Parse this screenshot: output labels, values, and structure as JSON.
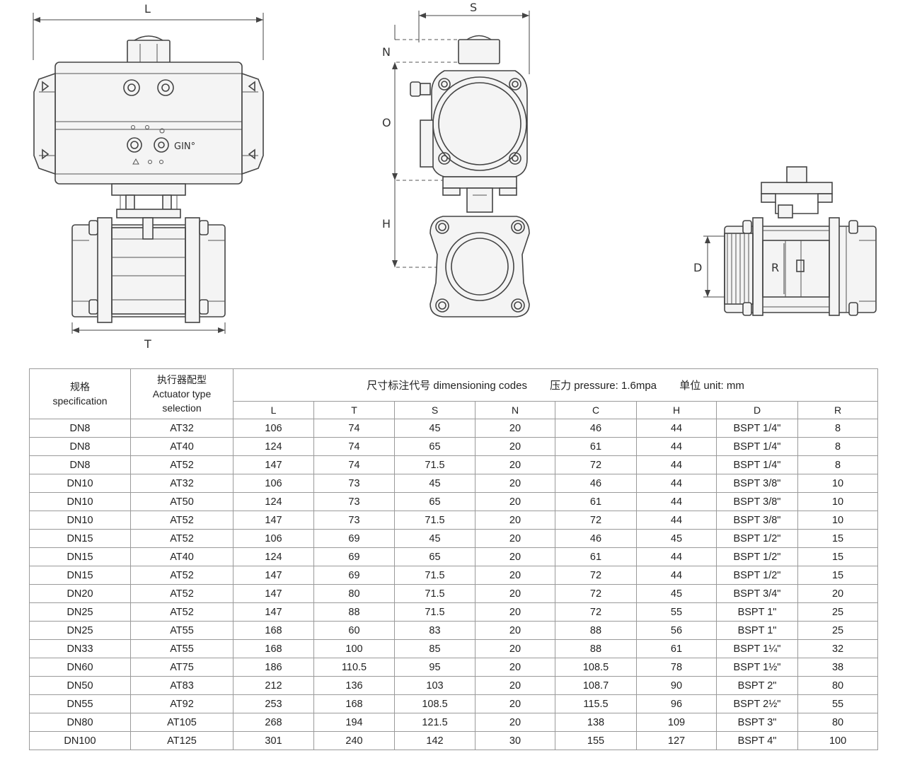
{
  "drawing": {
    "front_view": {
      "dim_top": "L",
      "dim_bottom": "T",
      "brand": "GIN°"
    },
    "side_view": {
      "dim_top": "S",
      "dim_n": "N",
      "dim_o": "O",
      "dim_h": "H"
    },
    "section_view": {
      "dim_d": "D",
      "dim_r": "R"
    }
  },
  "table": {
    "header": {
      "spec_cn": "规格",
      "spec_en": "specification",
      "actuator_cn": "执行器配型",
      "actuator_en1": "Actuator type",
      "actuator_en2": "selection",
      "dim_codes": "尺寸标注代号 dimensioning codes",
      "pressure": "压力 pressure: 1.6mpa",
      "unit": "单位 unit: mm"
    },
    "columns": [
      "L",
      "T",
      "S",
      "N",
      "C",
      "H",
      "D",
      "R"
    ],
    "rows": [
      [
        "DN8",
        "AT32",
        "106",
        "74",
        "45",
        "20",
        "46",
        "44",
        "BSPT 1/4\"",
        "8"
      ],
      [
        "DN8",
        "AT40",
        "124",
        "74",
        "65",
        "20",
        "61",
        "44",
        "BSPT 1/4\"",
        "8"
      ],
      [
        "DN8",
        "AT52",
        "147",
        "74",
        "71.5",
        "20",
        "72",
        "44",
        "BSPT 1/4\"",
        "8"
      ],
      [
        "DN10",
        "AT32",
        "106",
        "73",
        "45",
        "20",
        "46",
        "44",
        "BSPT 3/8\"",
        "10"
      ],
      [
        "DN10",
        "AT50",
        "124",
        "73",
        "65",
        "20",
        "61",
        "44",
        "BSPT 3/8\"",
        "10"
      ],
      [
        "DN10",
        "AT52",
        "147",
        "73",
        "71.5",
        "20",
        "72",
        "44",
        "BSPT 3/8\"",
        "10"
      ],
      [
        "DN15",
        "AT52",
        "106",
        "69",
        "45",
        "20",
        "46",
        "45",
        "BSPT 1/2\"",
        "15"
      ],
      [
        "DN15",
        "AT40",
        "124",
        "69",
        "65",
        "20",
        "61",
        "44",
        "BSPT 1/2\"",
        "15"
      ],
      [
        "DN15",
        "AT52",
        "147",
        "69",
        "71.5",
        "20",
        "72",
        "44",
        "BSPT 1/2\"",
        "15"
      ],
      [
        "DN20",
        "AT52",
        "147",
        "80",
        "71.5",
        "20",
        "72",
        "45",
        "BSPT 3/4\"",
        "20"
      ],
      [
        "DN25",
        "AT52",
        "147",
        "88",
        "71.5",
        "20",
        "72",
        "55",
        "BSPT 1\"",
        "25"
      ],
      [
        "DN25",
        "AT55",
        "168",
        "60",
        "83",
        "20",
        "88",
        "56",
        "BSPT 1\"",
        "25"
      ],
      [
        "DN33",
        "AT55",
        "168",
        "100",
        "85",
        "20",
        "88",
        "61",
        "BSPT 1¼\"",
        "32"
      ],
      [
        "DN60",
        "AT75",
        "186",
        "110.5",
        "95",
        "20",
        "108.5",
        "78",
        "BSPT 1½\"",
        "38"
      ],
      [
        "DN50",
        "AT83",
        "212",
        "136",
        "103",
        "20",
        "108.7",
        "90",
        "BSPT 2\"",
        "80"
      ],
      [
        "DN55",
        "AT92",
        "253",
        "168",
        "108.5",
        "20",
        "115.5",
        "96",
        "BSPT 2½\"",
        "55"
      ],
      [
        "DN80",
        "AT105",
        "268",
        "194",
        "121.5",
        "20",
        "138",
        "109",
        "BSPT 3\"",
        "80"
      ],
      [
        "DN100",
        "AT125",
        "301",
        "240",
        "142",
        "30",
        "155",
        "127",
        "BSPT 4\"",
        "100"
      ]
    ]
  }
}
